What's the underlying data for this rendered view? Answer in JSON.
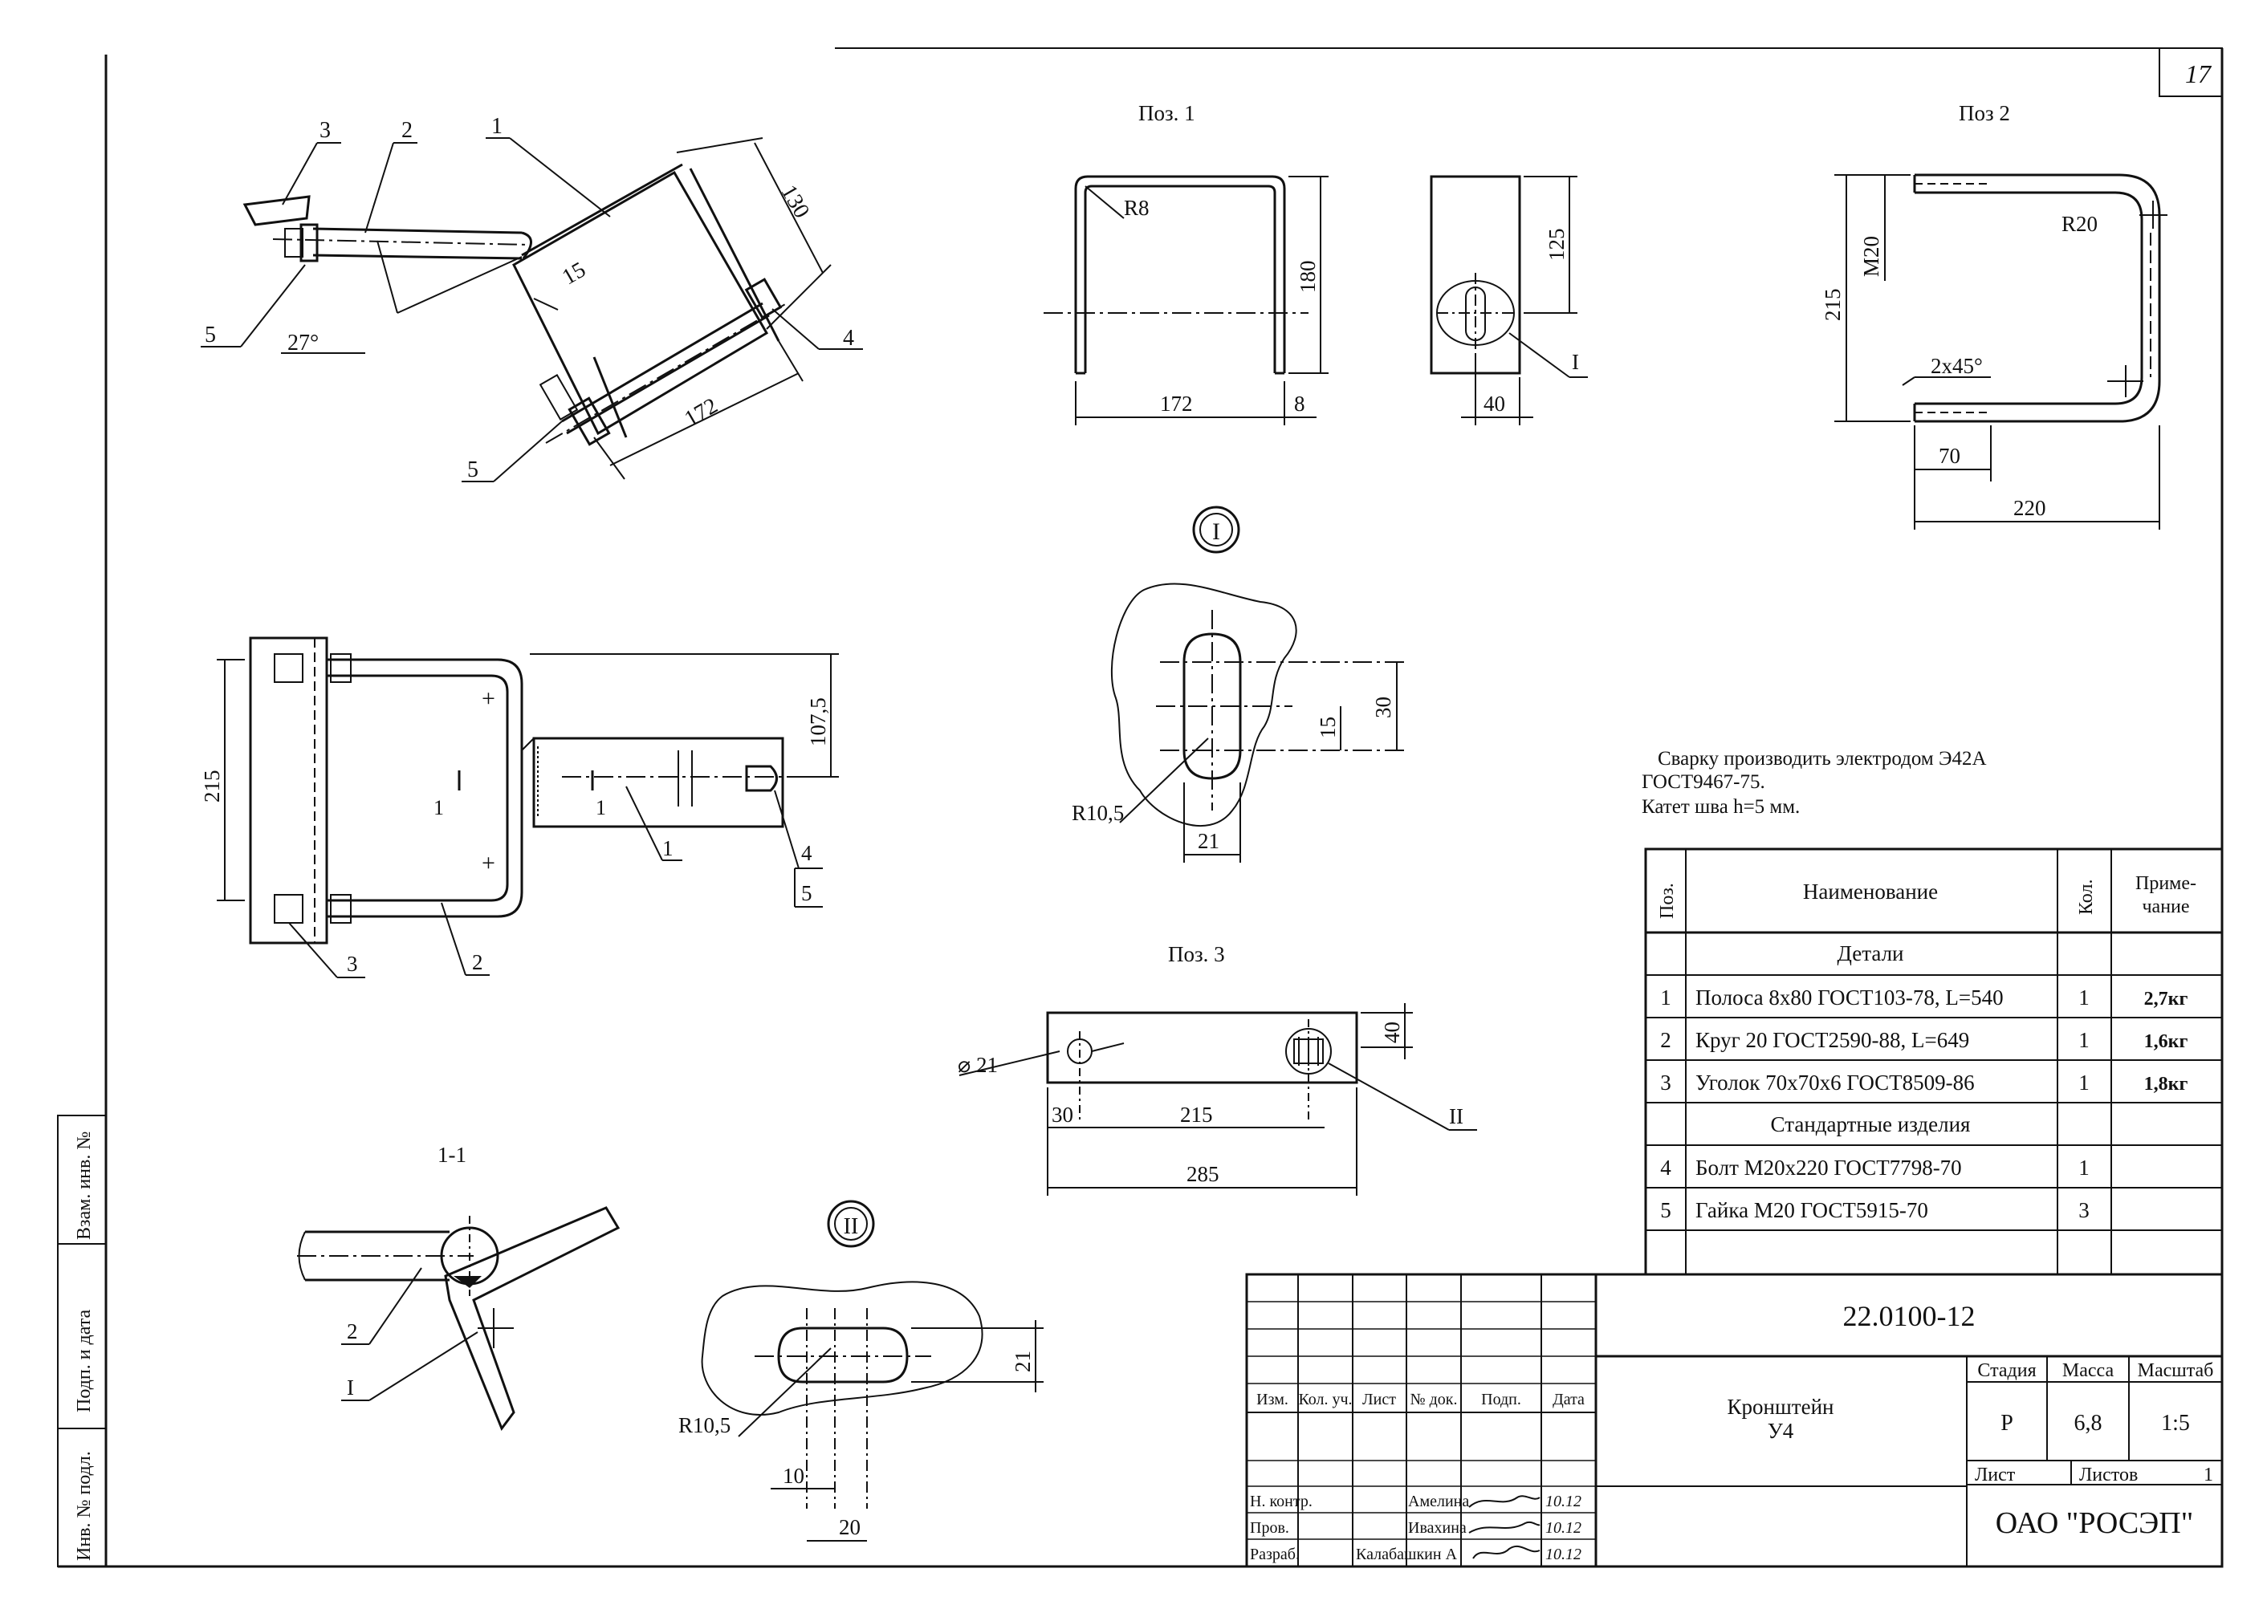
{
  "sheet_number": "17",
  "views": {
    "pos1": "Поз. 1",
    "pos2": "Поз 2",
    "pos3": "Поз. 3",
    "section": "1-1",
    "detail1": "I",
    "detail2": "II"
  },
  "dims": {
    "assembly": {
      "d130": "130",
      "d15": "15",
      "d172": "172",
      "angle": "27°"
    },
    "plan": {
      "d215": "215",
      "d107": "107,5",
      "sec": "1"
    },
    "pos1": {
      "r8": "R8",
      "d180": "180",
      "d172": "172",
      "d8": "8",
      "d125": "125",
      "d40": "40",
      "ref": "I"
    },
    "pos2": {
      "m20": "M20",
      "r20": "R20",
      "chamfer": "2x45°",
      "d215": "215",
      "d70": "70",
      "d220": "220"
    },
    "pos3": {
      "dia": "⌀ 21",
      "d40": "40",
      "d30": "30",
      "d215": "215",
      "d285": "285",
      "ref": "II"
    },
    "det1": {
      "d15": "15",
      "d30": "30",
      "r": "R10,5",
      "d21": "21"
    },
    "det2": {
      "r": "R10,5",
      "d21": "21",
      "d10": "10",
      "d20": "20"
    }
  },
  "leaders": {
    "assembly": [
      "3",
      "2",
      "1",
      "5",
      "4",
      "5"
    ],
    "plan": [
      "1",
      "4",
      "5",
      "3",
      "2"
    ],
    "section": [
      "2",
      "I"
    ]
  },
  "notes": {
    "line1": "Сварку производить электродом Э42А",
    "line2": "ГОСТ9467-75.",
    "line3": "Катет шва h=5 мм."
  },
  "spec": {
    "headers": {
      "pos": "Поз.",
      "name": "Наименование",
      "qty": "Кол.",
      "note": "Приме- чание"
    },
    "group1": "Детали",
    "rows1": [
      {
        "pos": "1",
        "name": "Полоса 8x80 ГОСТ103-78, L=540",
        "qty": "1",
        "note": "2,7кг"
      },
      {
        "pos": "2",
        "name": "Круг 20 ГОСТ2590-88, L=649",
        "qty": "1",
        "note": "1,6кг"
      },
      {
        "pos": "3",
        "name": "Уголок 70x70x6 ГОСТ8509-86",
        "qty": "1",
        "note": "1,8кг"
      }
    ],
    "group2": "Стандартные изделия",
    "rows2": [
      {
        "pos": "4",
        "name": "Болт М20x220 ГОСТ7798-70",
        "qty": "1",
        "note": ""
      },
      {
        "pos": "5",
        "name": "Гайка М20 ГОСТ5915-70",
        "qty": "3",
        "note": ""
      }
    ]
  },
  "title_block": {
    "doc_code": "22.0100-12",
    "title1": "Кронштейн",
    "title2": "У4",
    "stage_label": "Стадия",
    "mass_label": "Масса",
    "scale_label": "Масштаб",
    "stage": "Р",
    "mass": "6,8",
    "scale": "1:5",
    "sheet_label": "Лист",
    "sheets_label": "Листов",
    "sheets": "1",
    "org": "ОАО \"РОСЭП\"",
    "cols": [
      "Изм.",
      "Кол. уч.",
      "Лист",
      "№ док.",
      "Подп.",
      "Дата"
    ],
    "roles": [
      {
        "role": "Н. контр.",
        "name": "Амелина",
        "date": "10.12"
      },
      {
        "role": "Пров.",
        "name": "Ивахина",
        "date": "10.12"
      },
      {
        "role": "Разраб.",
        "name": "Калабашкин А",
        "date": "10.12"
      }
    ]
  },
  "side_stamp": [
    "Взам. инв. №",
    "Подп. и дата",
    "Инв. № подл."
  ]
}
